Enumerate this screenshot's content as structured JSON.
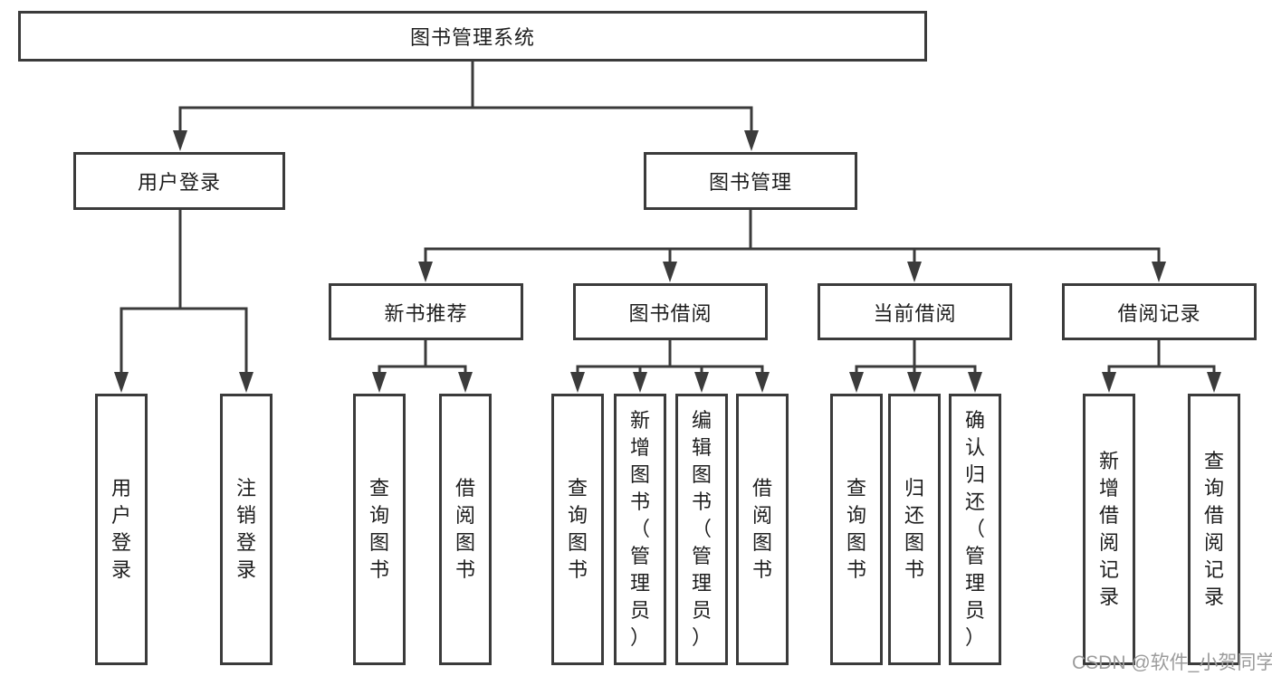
{
  "diagram": {
    "root": {
      "label": "图书管理系统"
    },
    "branches": [
      {
        "label": "用户登录",
        "children": [
          {
            "label": "用户登录"
          },
          {
            "label": "注销登录"
          }
        ]
      },
      {
        "label": "图书管理",
        "sections": [
          {
            "label": "新书推荐",
            "children": [
              {
                "label": "查询图书"
              },
              {
                "label": "借阅图书"
              }
            ]
          },
          {
            "label": "图书借阅",
            "children": [
              {
                "label": "查询图书"
              },
              {
                "label": "新增图书（管理员）"
              },
              {
                "label": "编辑图书（管理员）"
              },
              {
                "label": "借阅图书"
              }
            ]
          },
          {
            "label": "当前借阅",
            "children": [
              {
                "label": "查询图书"
              },
              {
                "label": "归还图书"
              },
              {
                "label": "确认归还（管理员）"
              }
            ]
          },
          {
            "label": "借阅记录",
            "children": [
              {
                "label": "新增借阅记录"
              },
              {
                "label": "查询借阅记录"
              }
            ]
          }
        ]
      }
    ]
  },
  "watermark": {
    "text": "CSDN @软件_小贺同学"
  },
  "colors": {
    "line": "#3b3b3b",
    "text": "#1e1e1e",
    "watermark": "#9c9c9c",
    "background": "#ffffff"
  }
}
